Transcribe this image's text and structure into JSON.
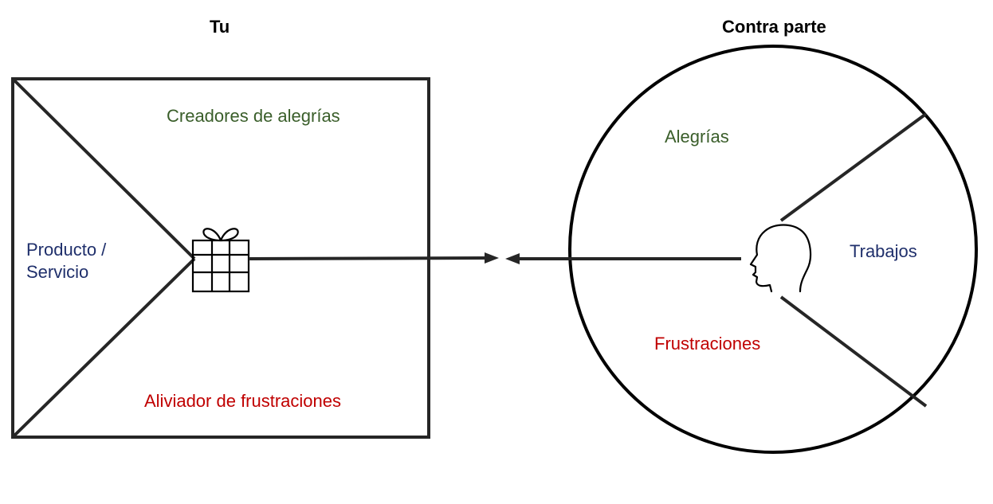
{
  "titles": {
    "left": "Tu",
    "right": "Contra parte"
  },
  "left_box": {
    "top_label": "Creadores de alegrías",
    "side_label_line1": "Producto /",
    "side_label_line2": "Servicio",
    "bottom_label": "Aliviador de frustraciones"
  },
  "right_circle": {
    "top_label": "Alegrías",
    "right_label": "Trabajos",
    "bottom_label": "Frustraciones"
  },
  "colors": {
    "green": "#3a5e2a",
    "red": "#c00000",
    "blue": "#1f2f6b",
    "line": "#262626"
  },
  "icons": [
    "gift-icon",
    "person-head-icon",
    "arrow-right-icon",
    "arrow-left-icon"
  ]
}
